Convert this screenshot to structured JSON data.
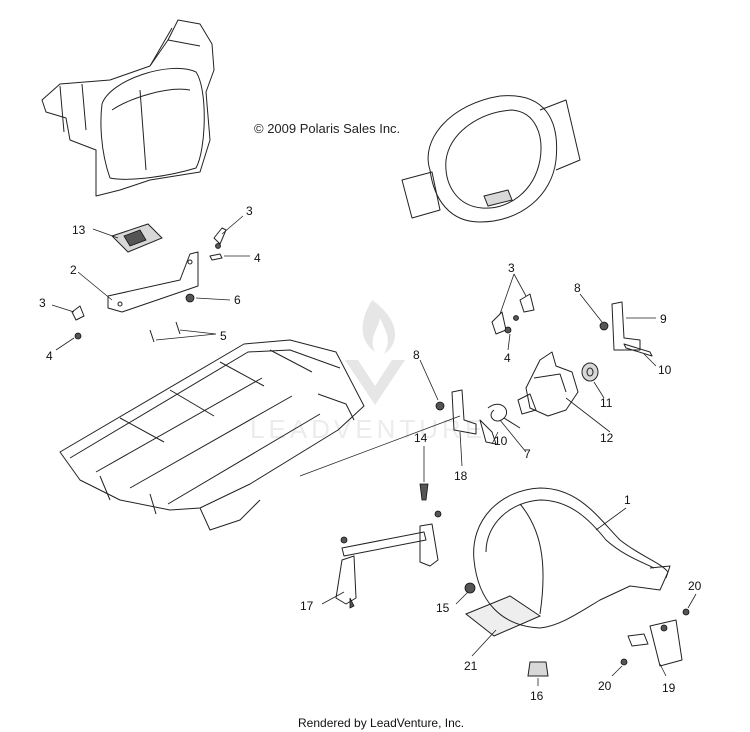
{
  "copyright": "© 2009 Polaris Sales Inc.",
  "footer": "Rendered by LeadVenture, Inc.",
  "watermark": "LEADVENTURE",
  "callouts": [
    {
      "id": "c1",
      "text": "1"
    },
    {
      "id": "c2",
      "text": "2"
    },
    {
      "id": "c3a",
      "text": "3"
    },
    {
      "id": "c3b",
      "text": "3"
    },
    {
      "id": "c3c",
      "text": "3"
    },
    {
      "id": "c4a",
      "text": "4"
    },
    {
      "id": "c4b",
      "text": "4"
    },
    {
      "id": "c4c",
      "text": "4"
    },
    {
      "id": "c5",
      "text": "5"
    },
    {
      "id": "c6",
      "text": "6"
    },
    {
      "id": "c7",
      "text": "7"
    },
    {
      "id": "c8a",
      "text": "8"
    },
    {
      "id": "c8b",
      "text": "8"
    },
    {
      "id": "c9",
      "text": "9"
    },
    {
      "id": "c10a",
      "text": "10"
    },
    {
      "id": "c10b",
      "text": "10"
    },
    {
      "id": "c11",
      "text": "11"
    },
    {
      "id": "c12",
      "text": "12"
    },
    {
      "id": "c13",
      "text": "13"
    },
    {
      "id": "c14",
      "text": "14"
    },
    {
      "id": "c15",
      "text": "15"
    },
    {
      "id": "c16",
      "text": "16"
    },
    {
      "id": "c17",
      "text": "17"
    },
    {
      "id": "c18",
      "text": "18"
    },
    {
      "id": "c19",
      "text": "19"
    },
    {
      "id": "c20a",
      "text": "20"
    },
    {
      "id": "c20b",
      "text": "20"
    },
    {
      "id": "c21",
      "text": "21"
    }
  ]
}
